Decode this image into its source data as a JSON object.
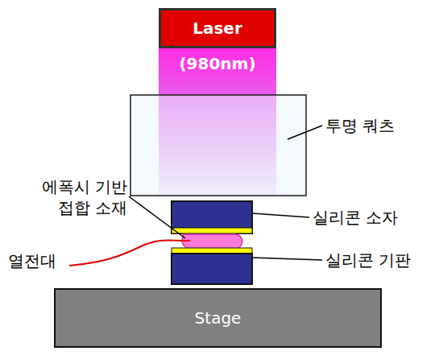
{
  "diagram": {
    "nodes": [
      {
        "text": [
          "Laser"
        ]
      },
      {
        "text": [
          "Stage"
        ]
      }
    ],
    "labels": [
      "(980nm)",
      "투명 쿼츠",
      "에폭시 기반 접합 소재",
      "실리콘 소자",
      "열전대",
      "실리콘 기판"
    ]
  }
}
